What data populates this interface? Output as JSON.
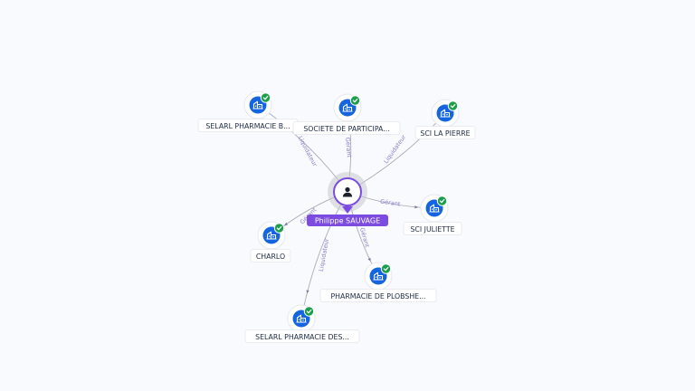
{
  "center": {
    "name": "Philippe SAUVAGE",
    "icon": "person-icon",
    "accent": "#7c4ce0"
  },
  "nodes": [
    {
      "label": "SELARL PHARMACIE B...",
      "relation": "Liquidateur",
      "icon": "building-icon",
      "status": "verified"
    },
    {
      "label": "SOCIETE DE PARTICIPA...",
      "relation": "Gérant",
      "icon": "building-icon",
      "status": "verified"
    },
    {
      "label": "SCI LA PIERRE",
      "relation": "Liquidateur",
      "icon": "building-icon",
      "status": "verified"
    },
    {
      "label": "SCI JULIETTE",
      "relation": "Gérant",
      "icon": "building-icon",
      "status": "verified"
    },
    {
      "label": "PHARMACIE DE PLOBSHE...",
      "relation": "Gérant",
      "icon": "building-icon",
      "status": "verified"
    },
    {
      "label": "SELARL PHARMACIE DES...",
      "relation": "Liquidateur",
      "icon": "building-icon",
      "status": "verified"
    },
    {
      "label": "CHARLO",
      "relation": "Gérant",
      "icon": "building-icon",
      "status": "verified"
    }
  ],
  "colors": {
    "node": "#1565e0",
    "badge": "#1e9e4a",
    "edge": "#a8acb8",
    "edge_label": "#8a7fc9"
  }
}
